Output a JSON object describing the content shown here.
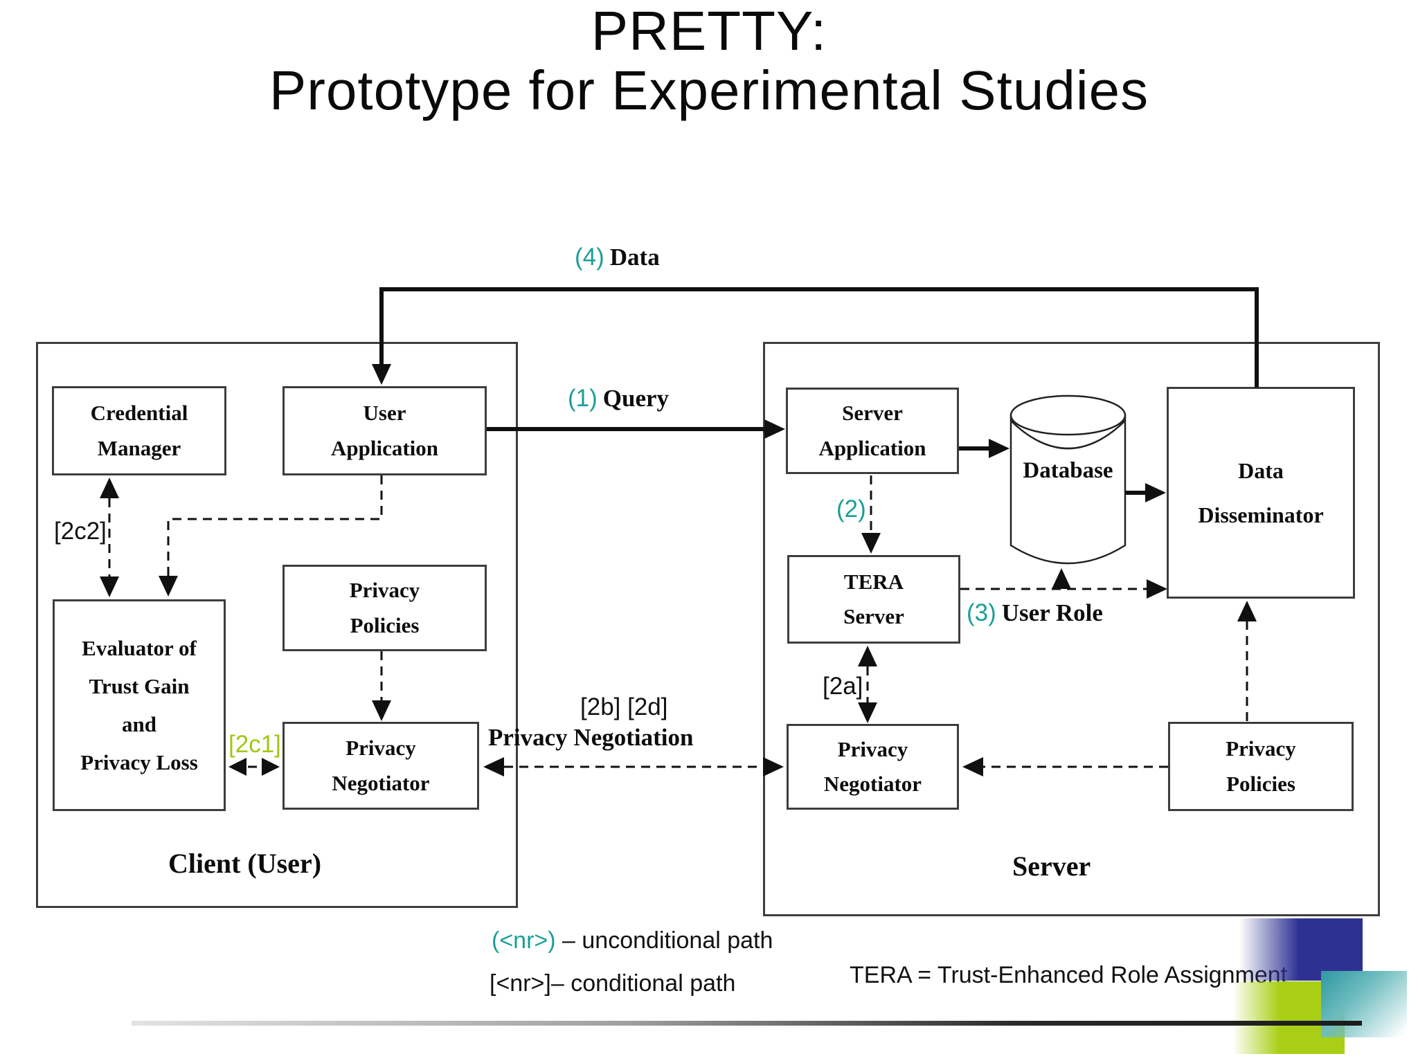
{
  "title": {
    "line1": "PRETTY:",
    "line2": "Prototype for Experimental Studies"
  },
  "client": {
    "label": "Client (User)",
    "boxes": {
      "credential_manager": {
        "lines": [
          "Credential",
          "Manager"
        ]
      },
      "user_application": {
        "lines": [
          "User",
          "Application"
        ]
      },
      "privacy_policies": {
        "lines": [
          "Privacy",
          "Policies"
        ]
      },
      "privacy_negotiator": {
        "lines": [
          "Privacy",
          "Negotiator"
        ]
      },
      "evaluator": {
        "lines": [
          "Evaluator of",
          "Trust Gain",
          "and",
          "Privacy Loss"
        ]
      }
    }
  },
  "server": {
    "label": "Server",
    "boxes": {
      "server_application": {
        "lines": [
          "Server",
          "Application"
        ]
      },
      "tera_server": {
        "lines": [
          "TERA",
          "Server"
        ]
      },
      "database": {
        "label": "Database"
      },
      "data_disseminator": {
        "lines": [
          "Data",
          "Disseminator"
        ]
      },
      "privacy_negotiator": {
        "lines": [
          "Privacy",
          "Negotiator"
        ]
      },
      "privacy_policies": {
        "lines": [
          "Privacy",
          "Policies"
        ]
      }
    }
  },
  "flows": {
    "query": {
      "num": "(1)",
      "label": "Query"
    },
    "step2": {
      "num": "(2)"
    },
    "user_role": {
      "num": "(3)",
      "label": "User Role"
    },
    "data": {
      "num": "(4)",
      "label": "Data"
    },
    "cond_2a": "[2a]",
    "cond_2c1": "[2c1]",
    "cond_2c2": "[2c2]",
    "negotiation": {
      "nums": "[2b] [2d]",
      "label": "Privacy Negotiation"
    }
  },
  "legend": {
    "unconditional": {
      "num": "(<nr>)",
      "text": " – unconditional path"
    },
    "conditional": "[<nr>]– conditional path",
    "tera": "TERA = Trust-Enhanced Role Assignment"
  },
  "colors": {
    "flow_number_teal": "#1b9e98",
    "flow_number_green": "#a2c613",
    "square_blue": "#2e3192",
    "square_green": "#a8cf16",
    "square_teal": "#2f98a2"
  }
}
